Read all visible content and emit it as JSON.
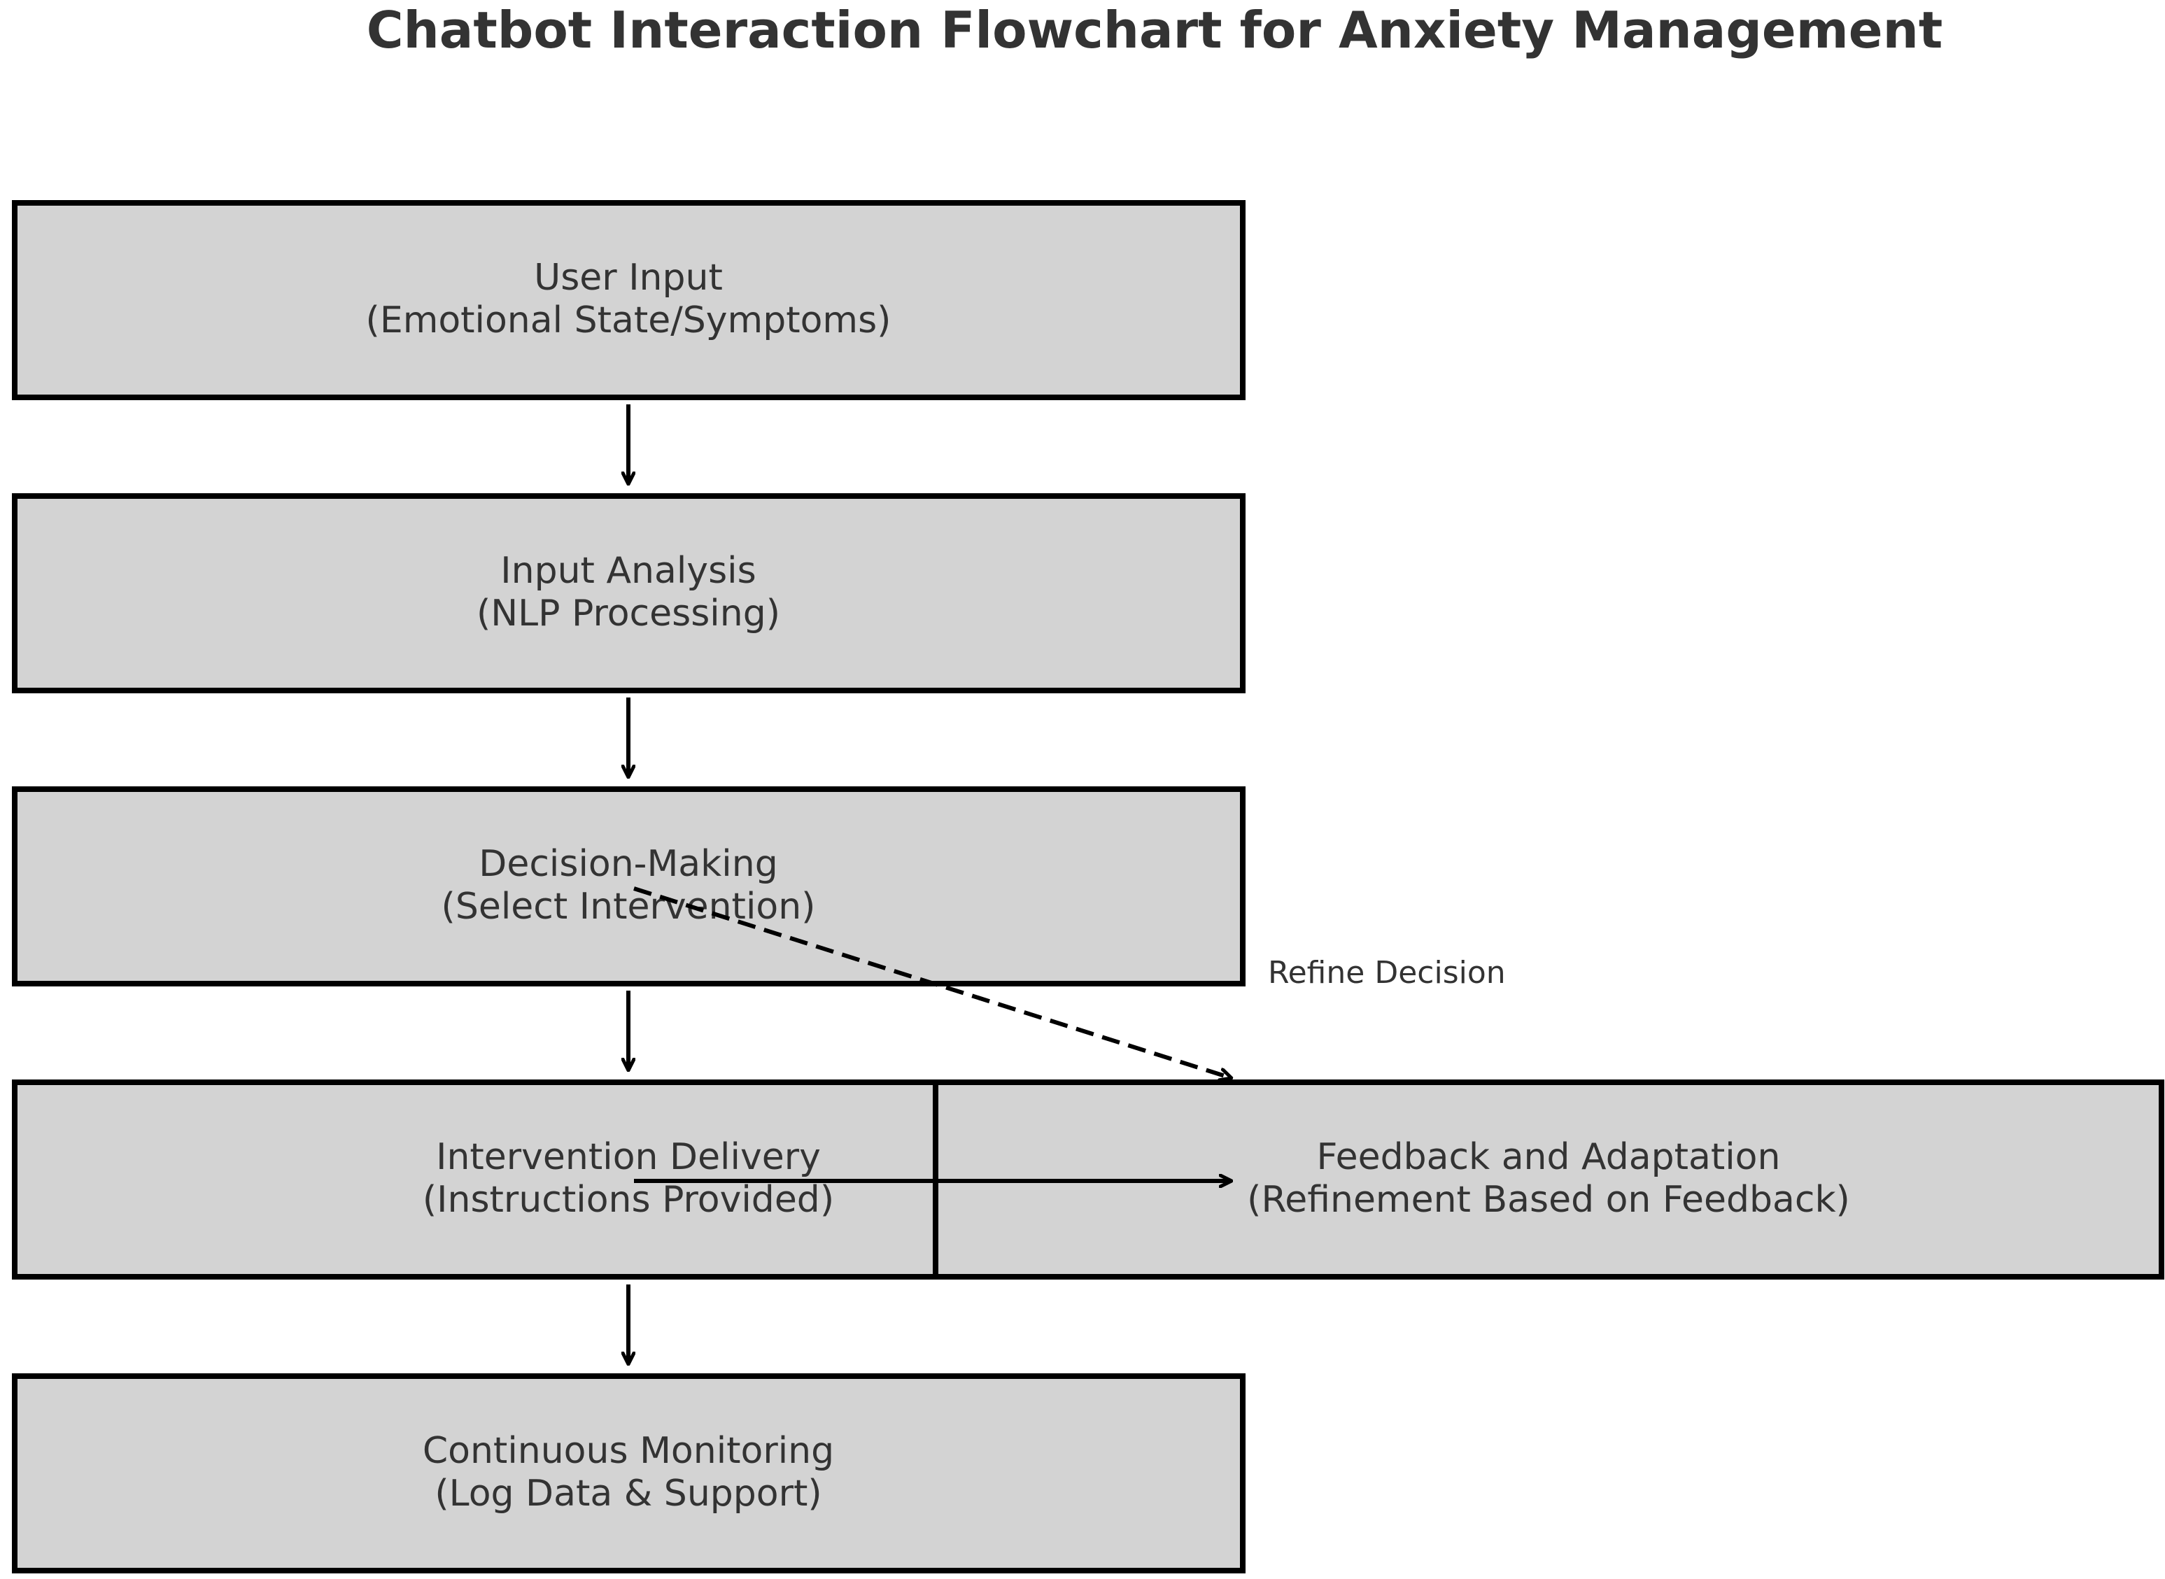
{
  "title": "Chatbot Interaction Flowchart for Anxiety Management",
  "colors": {
    "node_fill": "#d3d3d3",
    "node_stroke": "#000000",
    "text": "#333333",
    "arrow": "#000000",
    "background": "#ffffff"
  },
  "nodes": [
    {
      "id": "user_input",
      "line1": "User Input",
      "line2": "(Emotional State/Symptoms)"
    },
    {
      "id": "input_analysis",
      "line1": "Input Analysis",
      "line2": "(NLP Processing)"
    },
    {
      "id": "decision_making",
      "line1": "Decision-Making",
      "line2": "(Select Intervention)"
    },
    {
      "id": "intervention_delivery",
      "line1": "Intervention Delivery",
      "line2": "(Instructions Provided)"
    },
    {
      "id": "continuous_monitoring",
      "line1": "Continuous Monitoring",
      "line2": "(Log Data & Support)"
    },
    {
      "id": "feedback_adaptation",
      "line1": "Feedback and Adaptation",
      "line2": "(Refinement Based on Feedback)"
    }
  ],
  "edges": [
    {
      "from": "user_input",
      "to": "input_analysis",
      "style": "solid",
      "label": ""
    },
    {
      "from": "input_analysis",
      "to": "decision_making",
      "style": "solid",
      "label": ""
    },
    {
      "from": "decision_making",
      "to": "intervention_delivery",
      "style": "solid",
      "label": ""
    },
    {
      "from": "intervention_delivery",
      "to": "continuous_monitoring",
      "style": "solid",
      "label": ""
    },
    {
      "from": "intervention_delivery",
      "to": "feedback_adaptation",
      "style": "solid",
      "label": ""
    },
    {
      "from": "decision_making",
      "to": "feedback_adaptation",
      "style": "dashed",
      "label": "Refine Decision"
    }
  ]
}
